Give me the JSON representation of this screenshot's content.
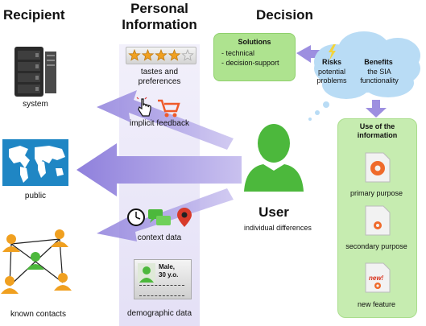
{
  "headers": {
    "recipient": "Recipient",
    "personal_information": "Personal\nInformation",
    "decision": "Decision"
  },
  "recipients": [
    {
      "label": "system",
      "icon": "server-rack-icon"
    },
    {
      "label": "public",
      "icon": "world-map-icon"
    },
    {
      "label": "known contacts",
      "icon": "contact-network-icon"
    }
  ],
  "personal_info": [
    {
      "label": "tastes and\npreferences",
      "icon": "star-rating-icon",
      "rating": 4,
      "max": 5
    },
    {
      "label": "implicit feedback",
      "icon": "click-cart-icon"
    },
    {
      "label": "context data",
      "icon": "clock-chat-pin-icon"
    },
    {
      "label": "demographic data",
      "icon": "id-card-icon",
      "card_text": "Male,\n30 y.o."
    }
  ],
  "solutions": {
    "title": "Solutions",
    "items": [
      "- technical",
      "- decision-support"
    ]
  },
  "cloud": {
    "risks_title": "Risks",
    "risks_text": "potential\nproblems",
    "benefits_title": "Benefits",
    "benefits_text": "the SIA\nfunctionality"
  },
  "user": {
    "title": "User",
    "subtitle": "individual differences"
  },
  "use_panel": {
    "title": "Use of the\ninformation",
    "items": [
      {
        "label": "primary purpose",
        "icon": "document-gear-icon"
      },
      {
        "label": "secondary purpose",
        "icon": "document-small-gear-icon"
      },
      {
        "label": "new feature",
        "icon": "document-new-icon",
        "badge": "new!"
      }
    ]
  },
  "colors": {
    "arrow_purple": "#9d8fe0",
    "green": "#5cc34a",
    "green_panel": "#c6ecb0",
    "cloud_blue": "#b9dcf5",
    "orange": "#f0a020"
  }
}
